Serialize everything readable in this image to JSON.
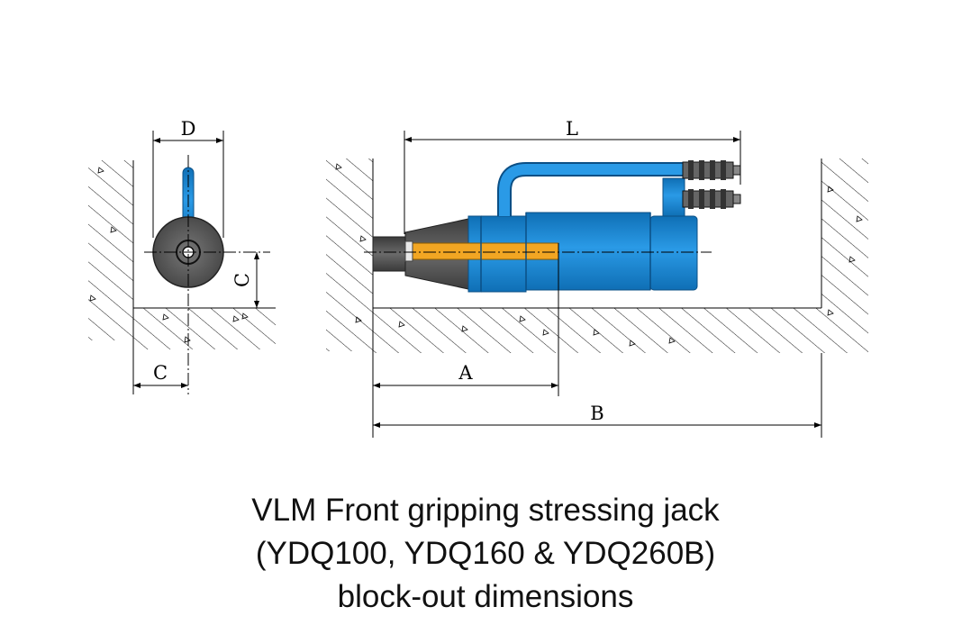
{
  "dimensions": {
    "D": "D",
    "C_vertical": "C",
    "C_horizontal": "C",
    "L": "L",
    "A": "A",
    "B": "B"
  },
  "caption": {
    "line1": "VLM Front gripping stressing jack",
    "line2": "(YDQ100, YDQ160 & YDQ260B)",
    "line3": "block-out dimensions"
  },
  "colors": {
    "jack_blue": "#1e90dc",
    "jack_dark_blue": "#0f6fb5",
    "core_orange": "#f2a623",
    "nose_gray": "#4a4a4a",
    "end_view_gray": "#555555"
  }
}
